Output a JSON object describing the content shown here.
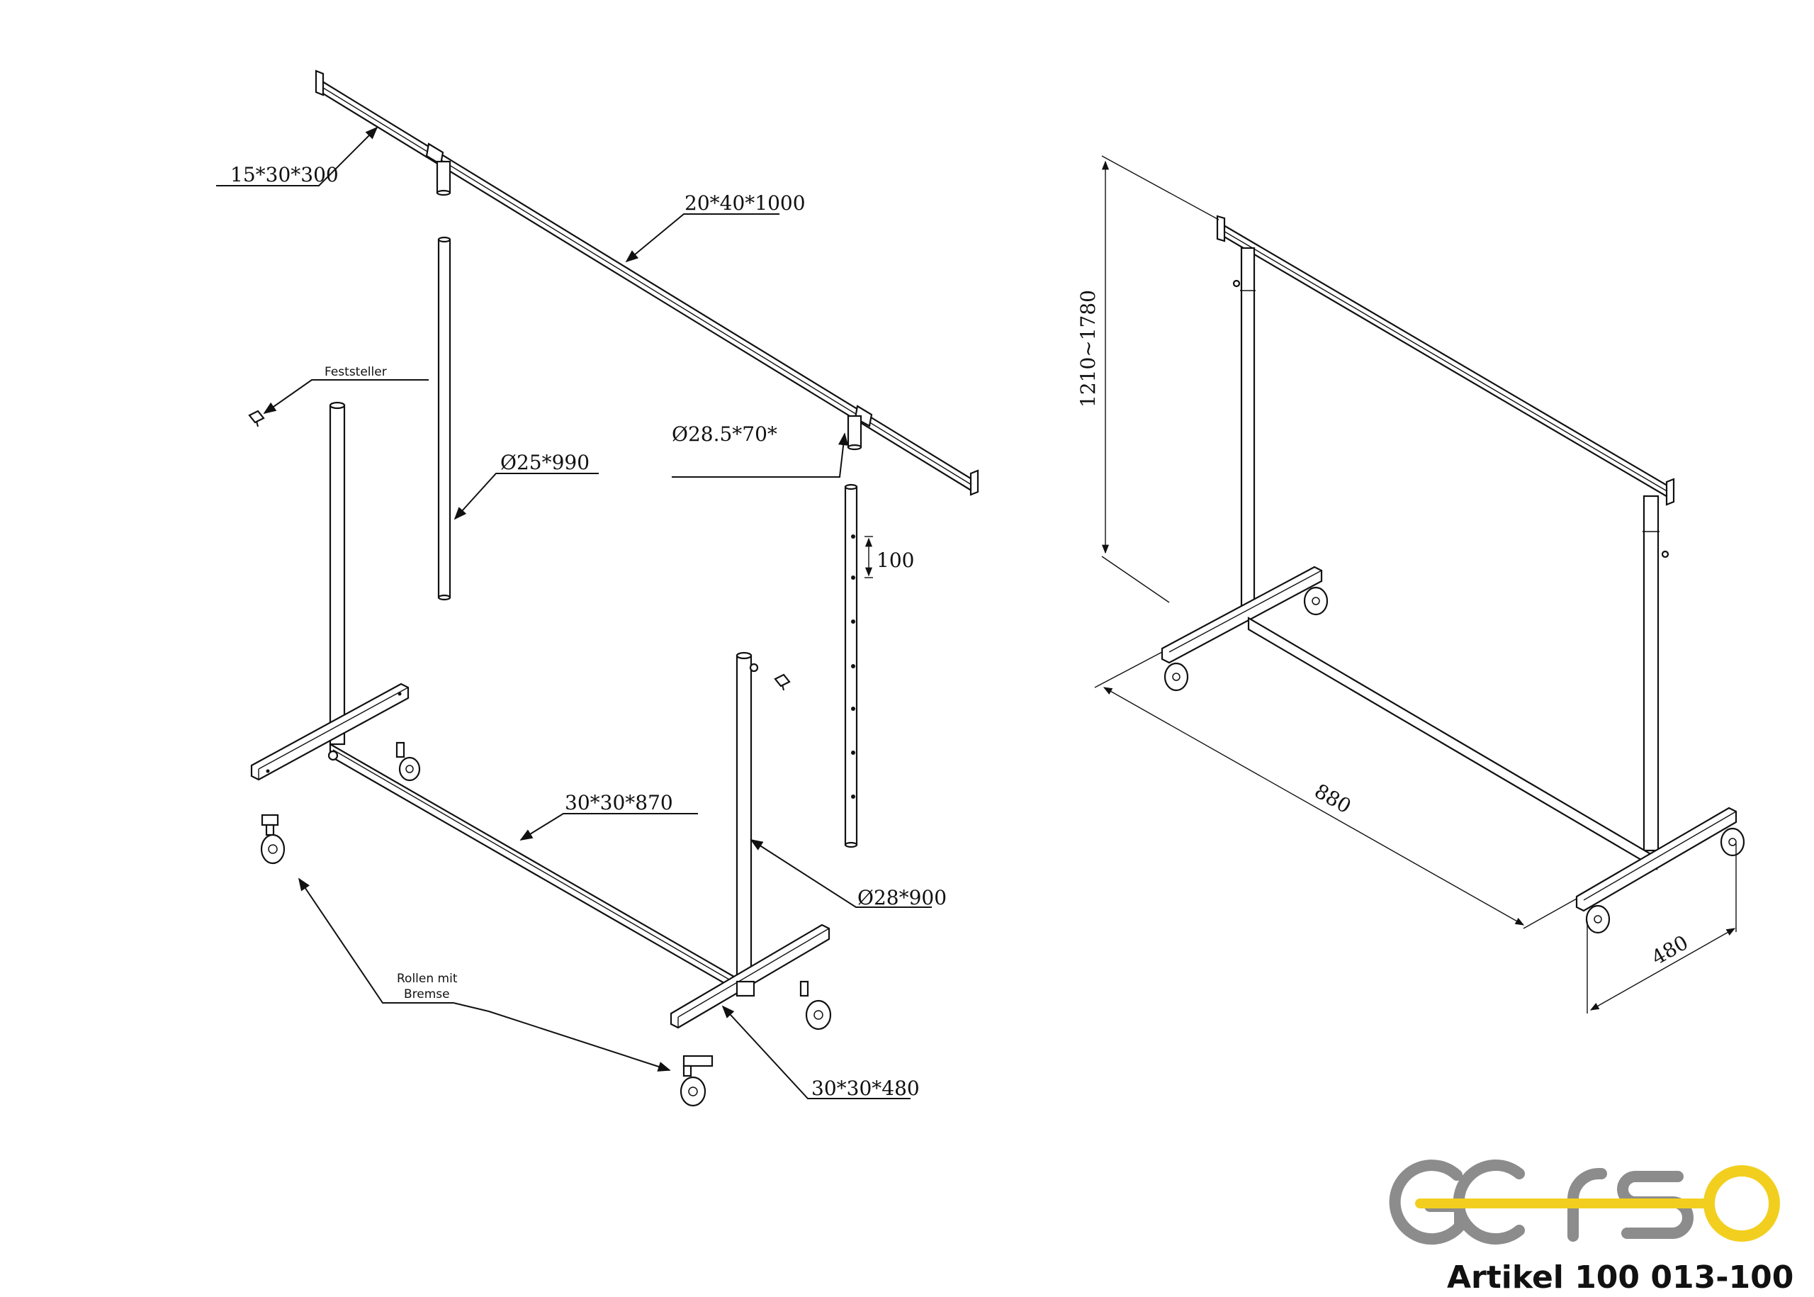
{
  "labels": {
    "end_cap": "15*30*300",
    "top_bar": "20*40*1000",
    "lock_knob": "Feststeller",
    "inner_pole": "Ø25*990",
    "sleeve": "Ø28.5*70*",
    "hole_spacing": "100",
    "base_rail": "30*30*870",
    "outer_pole": "Ø28*900",
    "casters_line1": "Rollen mit",
    "casters_line2": "Bremse",
    "foot_bar": "30*30*480"
  },
  "dimensions": {
    "height": "1210~1780",
    "length": "880",
    "depth": "480"
  },
  "logo": {
    "text": "GERSO",
    "colors": {
      "gray": "#8c8c8c",
      "yellow": "#f2cf1f"
    }
  },
  "article": "Artikel 100 013-100"
}
